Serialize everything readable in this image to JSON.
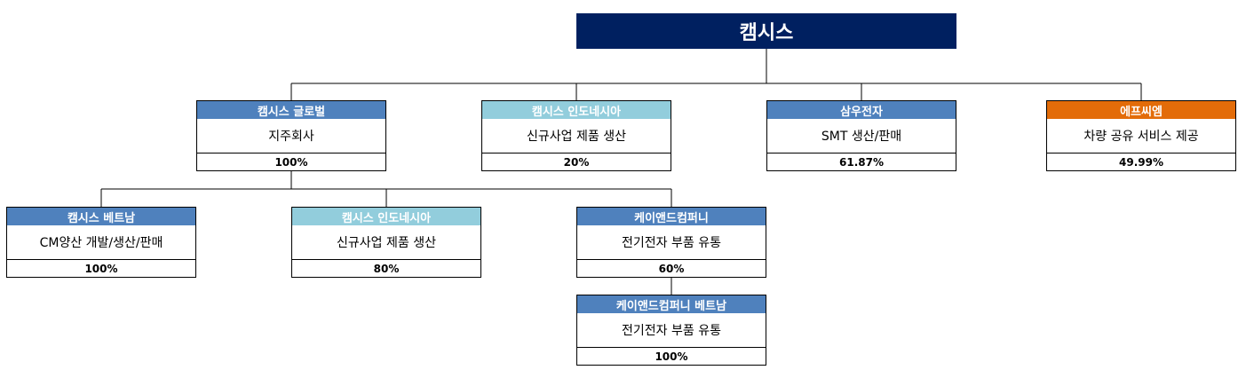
{
  "root": {
    "name": "캠시스"
  },
  "colors": {
    "root": "#002060",
    "blue": "#4f81bd",
    "light": "#92cddc",
    "orange": "#e36c09"
  },
  "companies": [
    {
      "name": "캠시스 글로벌",
      "desc": "지주회사",
      "share": "100%"
    },
    {
      "name": "캠시스 인도네시아",
      "desc": "신규사업 제품 생산",
      "share": "20%"
    },
    {
      "name": "삼우전자",
      "desc": "SMT 생산/판매",
      "share": "61.87%"
    },
    {
      "name": "에프씨엠",
      "desc": "차량 공유 서비스 제공",
      "share": "49.99%"
    },
    {
      "name": "캠시스 베트남",
      "desc": "CM양산 개발/생산/판매",
      "share": "100%"
    },
    {
      "name": "캠시스 인도네시아",
      "desc": "신규사업 제품 생산",
      "share": "80%"
    },
    {
      "name": "케이앤드컴퍼니",
      "desc": "전기전자 부품 유통",
      "share": "60%"
    },
    {
      "name": "케이앤드컴퍼니 베트남",
      "desc": "전기전자 부품 유통",
      "share": "100%"
    }
  ]
}
